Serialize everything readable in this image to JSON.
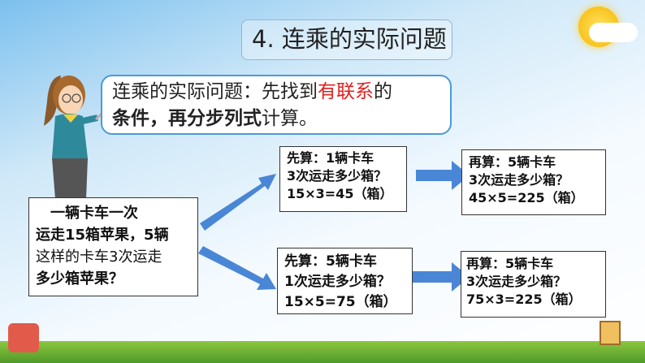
{
  "title": "4. 连乘的实际问题",
  "bubble": {
    "part1": "连乘的实际问题：先找到",
    "highlight": "有联系",
    "part2": "的",
    "line2_bold": "条件，再分步列式",
    "line2_end": "计算。"
  },
  "problem": {
    "lines": [
      "　一辆卡车一次",
      "运走15箱苹果，5辆",
      "这样的卡车3次运走",
      "多少箱苹果？"
    ]
  },
  "steps": [
    {
      "lines": [
        "先算：1辆卡车",
        "3次运走多少箱？",
        "15×3=45（箱）"
      ]
    },
    {
      "lines": [
        "先算：5辆卡车",
        "1次运走多少箱？",
        "15×5=75（箱）"
      ]
    },
    {
      "lines": [
        "再算：5辆卡车",
        "3次运走多少箱？",
        "45×5=225（箱）"
      ]
    },
    {
      "lines": [
        "再算：5辆卡车",
        "3次运走多少箱？",
        "75×3=225（箱）"
      ]
    }
  ],
  "colors": {
    "arrow": "#4a86d6",
    "highlight": "#e02020",
    "bubble_border": "#4a9ad8"
  }
}
